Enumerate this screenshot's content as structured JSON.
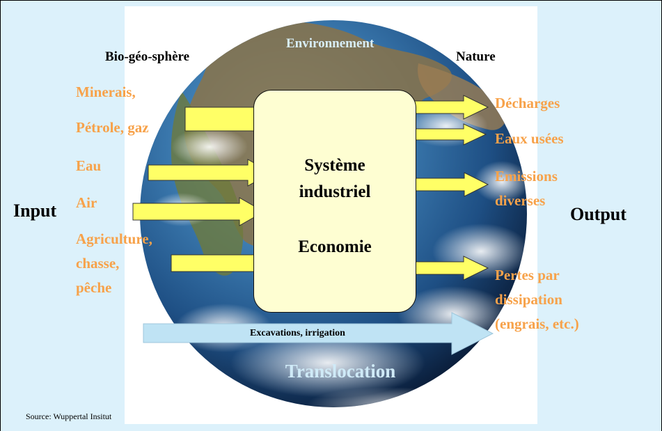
{
  "zones": {
    "left": "Bio-géo-sphère",
    "center": "Environnement",
    "right": "Nature"
  },
  "side_labels": {
    "input": "Input",
    "output": "Output"
  },
  "inputs": {
    "minerais": "Minerais,",
    "petrole": "Pétrole, gaz",
    "eau": "Eau",
    "air": "Air",
    "agriculture_1": "Agriculture,",
    "agriculture_2": "chasse,",
    "agriculture_3": "pêche"
  },
  "outputs": {
    "decharges": "Décharges",
    "eaux_usees": "Eaux usées",
    "emissions_1": "Emissions",
    "emissions_2": "diverses",
    "pertes_1": "Pertes par",
    "pertes_2": "dissipation",
    "pertes_3": "(engrais, etc.)"
  },
  "system": {
    "line1": "Système",
    "line2": "industriel",
    "line3": "Economie"
  },
  "translocation": {
    "arrow_label": "Excavations, irrigation",
    "label": "Translocation"
  },
  "source": "Source: Wuppertal Insitut",
  "colors": {
    "background": "#dcf1fb",
    "orange_text": "#f7a24a",
    "arrow_fill": "#ffff66",
    "box_fill": "#fefed2",
    "blue_arrow": "#bfe3f4",
    "translocation_text": "#cfeaf7"
  }
}
